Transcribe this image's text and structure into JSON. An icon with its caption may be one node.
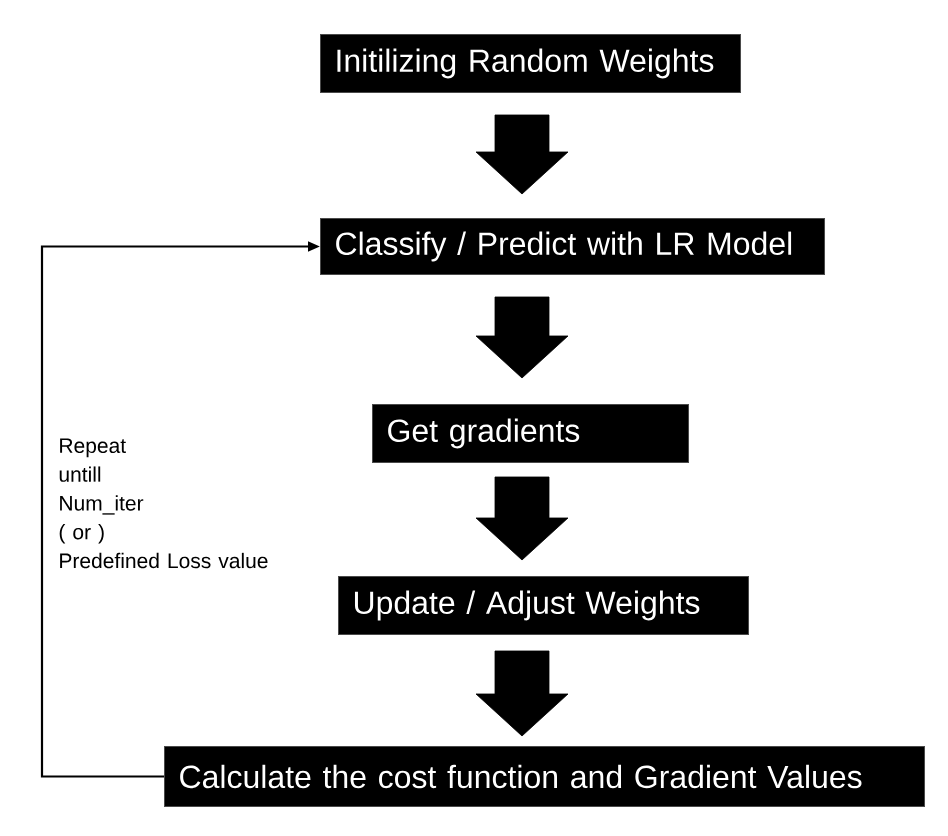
{
  "diagram": {
    "nodes": [
      {
        "text": [
          "Initilizing Random Weights"
        ]
      },
      {
        "text": [
          "Classify / Predict with LR Model"
        ]
      },
      {
        "text": [
          "Get gradients"
        ]
      },
      {
        "text": [
          "Update / Adjust Weights"
        ]
      },
      {
        "text": [
          "Calculate the cost function and Gradient Values"
        ]
      }
    ],
    "edges": [
      {
        "from": 0,
        "to": 1,
        "arrow": "to",
        "style": "thick"
      },
      {
        "from": 1,
        "to": 2,
        "arrow": "to",
        "style": "thick"
      },
      {
        "from": 2,
        "to": 3,
        "arrow": "to",
        "style": "thick"
      },
      {
        "from": 3,
        "to": 4,
        "arrow": "to",
        "style": "thick"
      },
      {
        "from": 4,
        "to": 1,
        "arrow": "to",
        "label": "Repeat untill Num_iter ( or ) Predefined Loss value"
      }
    ]
  }
}
